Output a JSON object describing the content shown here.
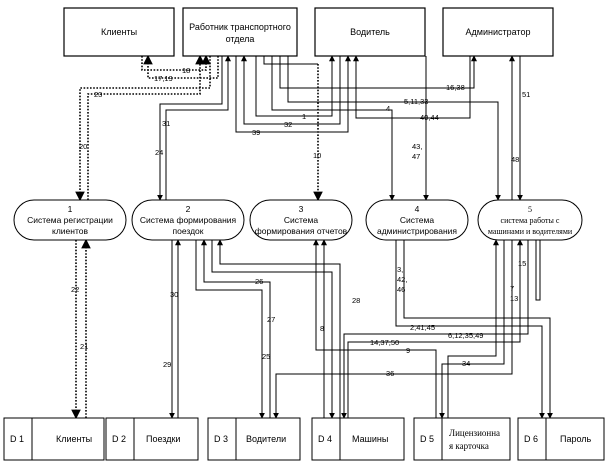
{
  "external_entities": [
    {
      "id": "clients",
      "label": "Клиенты"
    },
    {
      "id": "transport-worker",
      "label_line1": "Работник транспортного",
      "label_line2": "отдела"
    },
    {
      "id": "driver",
      "label": "Водитель"
    },
    {
      "id": "admin",
      "label": "Администратор"
    }
  ],
  "processes": [
    {
      "number": "1",
      "line1": "Система регистрации",
      "line2": "клиентов"
    },
    {
      "number": "2",
      "line1": "Система формирования",
      "line2": "поездок"
    },
    {
      "number": "3",
      "line1": "Система",
      "line2": "формирования отчетов"
    },
    {
      "number": "4",
      "line1": "Система",
      "line2": "администрирования"
    },
    {
      "number": "5",
      "line1": "система работы с",
      "line2": "машинами и водителями"
    }
  ],
  "data_stores": [
    {
      "code": "D 1",
      "name": "Клиенты"
    },
    {
      "code": "D 2",
      "name": "Поездки"
    },
    {
      "code": "D 3",
      "name": "Водители"
    },
    {
      "code": "D 4",
      "name": "Машины"
    },
    {
      "code": "D 5",
      "name_line1": "Лицензионна",
      "name_line2": "я карточка"
    },
    {
      "code": "D 6",
      "name": "Пароль"
    }
  ],
  "flow_labels": {
    "f18": "18",
    "f17_19": "17,19",
    "f23": "23",
    "f20": "20",
    "f31": "31",
    "f24": "24",
    "f39": "39",
    "f32": "32",
    "f1": "1",
    "f10": "10",
    "f4": "4",
    "f16_38": "16,38",
    "f5_11_33": "5,11,33",
    "f40_44": "40,44",
    "f51": "51",
    "f43": "43,",
    "f47": "47",
    "f48": "48",
    "f22": "22",
    "f21": "21",
    "f30": "30",
    "f29": "29",
    "f26": "26",
    "f27": "27",
    "f25": "25",
    "f28": "28",
    "f3": "3,",
    "f42": "42,",
    "f46": "46",
    "f2_41_45": "2,41,45",
    "f6_12_35_49": "6,12,35,49",
    "f14_37_50": "14,37,50",
    "f9": "9",
    "f8": "8",
    "f36": "36",
    "f34": "34",
    "f7": "7",
    "f13": "13",
    "f15": "15"
  }
}
